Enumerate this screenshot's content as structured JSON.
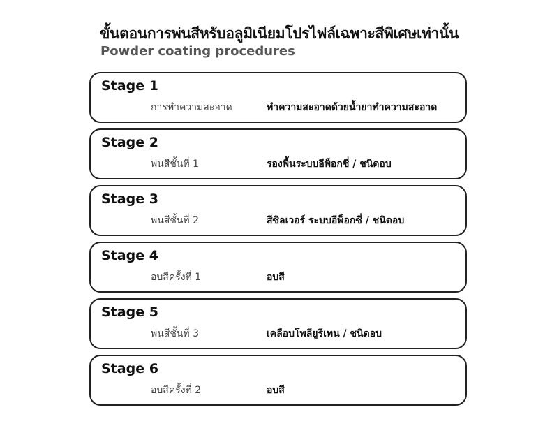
{
  "header": {
    "title": "ขั้นตอนการพ่นสีหรับอลูมิเนียมโปรไฟล์เฉพาะสีพิเศษเท่านั้น",
    "subtitle": "Powder coating procedures"
  },
  "stages": [
    {
      "label": "Stage 1",
      "step": "การทำความสะอาด",
      "description": "ทำความสะอาดด้วยน้ำยาทำความสะอาด"
    },
    {
      "label": "Stage 2",
      "step": "พ่นสีชั้นที่ 1",
      "description": "รองพื้นระบบอีพ็อกซี่ / ชนิดอบ"
    },
    {
      "label": "Stage 3",
      "step": "พ่นสีชั้นที่ 2",
      "description": "สีซิลเวอร์ ระบบอีพ็อกซี่ / ชนิดอบ"
    },
    {
      "label": "Stage 4",
      "step": "อบสีครั้งที่ 1",
      "description": "อบสี"
    },
    {
      "label": "Stage 5",
      "step": "พ่นสีชั้นที่ 3",
      "description": "เคลือบโพลียูรีเทน / ชนิดอบ"
    },
    {
      "label": "Stage 6",
      "step": "อบสีครั้งที่ 2",
      "description": "อบสี"
    }
  ]
}
